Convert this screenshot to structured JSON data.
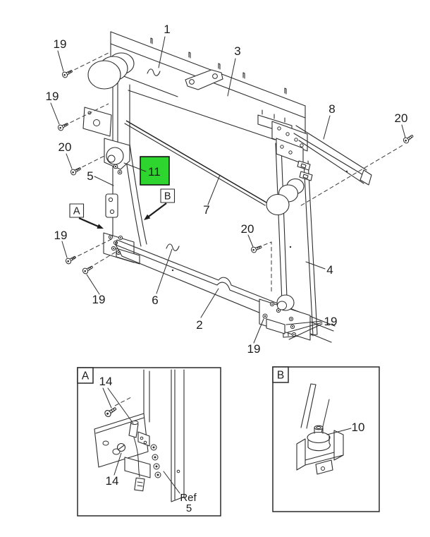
{
  "callouts": {
    "n1": "1",
    "n2": "2",
    "n3": "3",
    "n4": "4",
    "n5": "5",
    "n6": "6",
    "n7": "7",
    "n8": "8",
    "n10": "10",
    "n11": "11",
    "n14": "14",
    "n19": "19",
    "n20": "20"
  },
  "markers": {
    "a": "A",
    "b": "B"
  },
  "inset_a": {
    "title": "A",
    "ref_word": "Ref",
    "ref_num": "5"
  },
  "inset_b": {
    "title": "B"
  },
  "highlight": {
    "color": "#2ed52e"
  }
}
